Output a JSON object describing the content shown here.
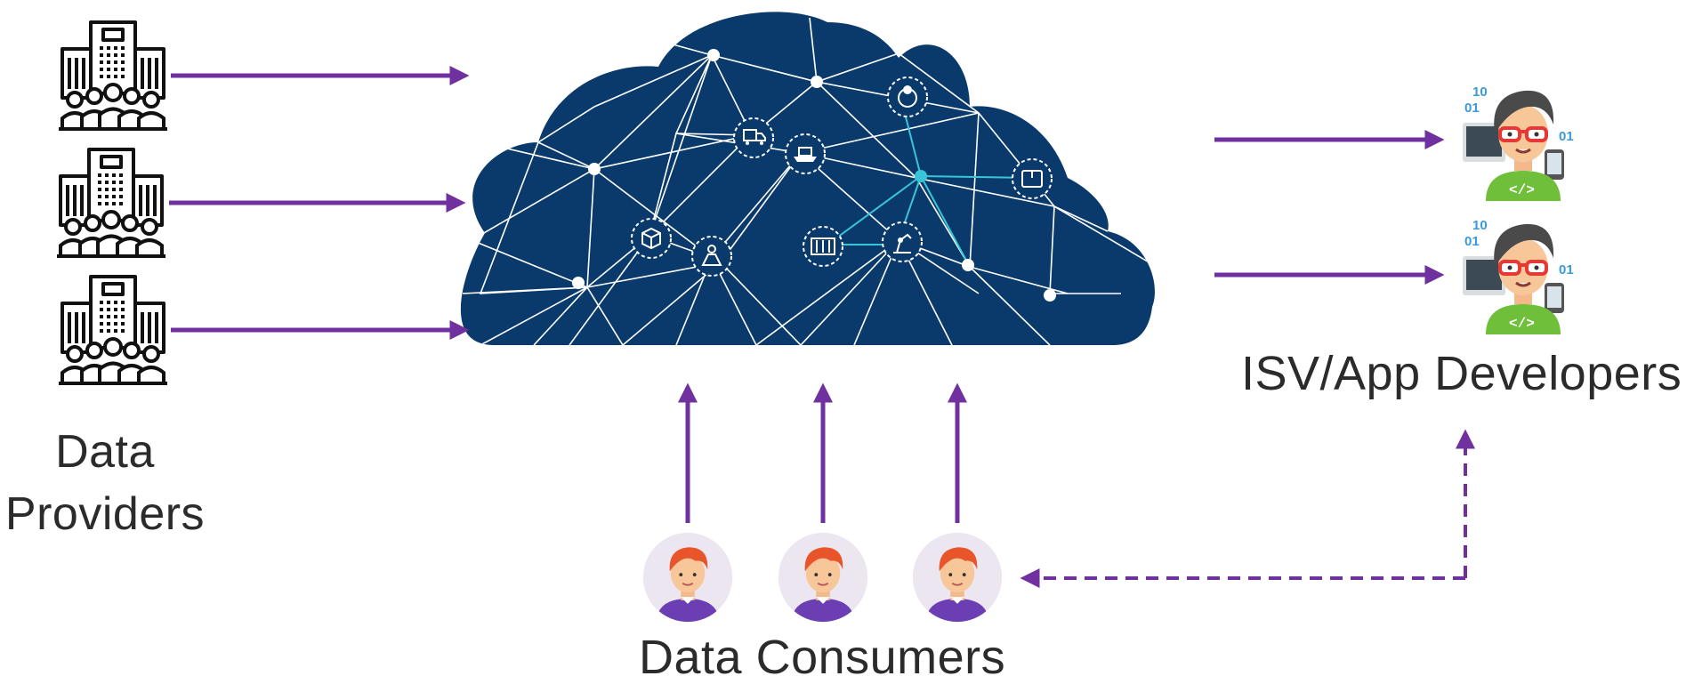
{
  "labels": {
    "providers_line1": "Data",
    "providers_line2": "Providers",
    "isv": "ISV/App Developers",
    "consumers": "Data Consumers"
  },
  "icons": {
    "providers": [
      "office-building-people-icon",
      "office-building-people-icon",
      "office-building-people-icon"
    ],
    "developers": [
      "developer-avatar-icon",
      "developer-avatar-icon"
    ],
    "consumers": [
      "user-avatar-icon",
      "user-avatar-icon",
      "user-avatar-icon"
    ],
    "cloud": "data-cloud-network-icon",
    "cloud_nodes": [
      "truck-icon",
      "ship-icon",
      "location-pin-icon",
      "package-icon",
      "cashier-icon",
      "container-icon",
      "robot-arm-icon",
      "storage-box-icon"
    ]
  },
  "colors": {
    "arrow": "#7030a0",
    "cloud": "#0a3a6b",
    "cloud_highlight": "#39c5d8",
    "consumer_circle": "#ece6f1",
    "consumer_shirt": "#6b3fb3",
    "consumer_hair": "#e8552a",
    "dev_shirt": "#6fbf3b",
    "dev_glasses": "#e53935"
  }
}
